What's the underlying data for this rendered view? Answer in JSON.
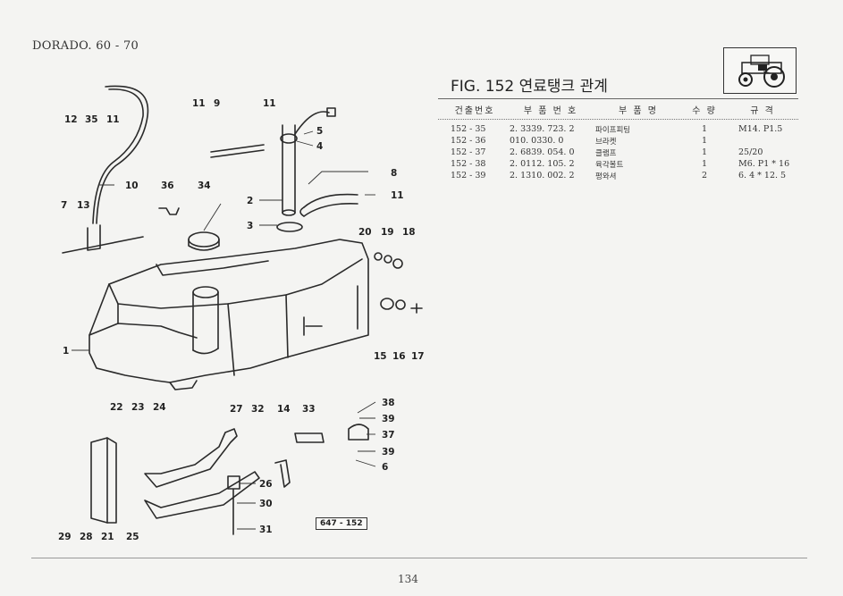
{
  "header": {
    "model": "DORADO. 60 - 70",
    "figure_title": "FIG. 152 연료탱크 관계",
    "page_number": "134",
    "figure_code": "647 - 152"
  },
  "table": {
    "columns": [
      "건출번호",
      "부 품 번 호",
      "부 품 명",
      "수 량",
      "규    격"
    ],
    "rows": [
      {
        "ref": "152 - 35",
        "part_no": "2. 3339. 723. 2",
        "name": "파이프피팅",
        "qty": "1",
        "spec": "M14. P1.5"
      },
      {
        "ref": "152 - 36",
        "part_no": "010. 0330. 0",
        "name": "브라켓",
        "qty": "1",
        "spec": ""
      },
      {
        "ref": "152 - 37",
        "part_no": "2. 6839. 054. 0",
        "name": "클램프",
        "qty": "1",
        "spec": "25/20"
      },
      {
        "ref": "152 - 38",
        "part_no": "2. 0112. 105. 2",
        "name": "육각볼트",
        "qty": "1",
        "spec": "M6. P1 * 16"
      },
      {
        "ref": "152 - 39",
        "part_no": "2. 1310. 002. 2",
        "name": "평와셔",
        "qty": "2",
        "spec": "6. 4 * 12. 5"
      }
    ]
  },
  "diagram": {
    "labels": [
      "12",
      "35",
      "11",
      "11",
      "9",
      "11",
      "5",
      "4",
      "8",
      "11",
      "10",
      "36",
      "34",
      "7",
      "13",
      "2",
      "3",
      "20",
      "19",
      "18",
      "1",
      "15",
      "16",
      "17",
      "22",
      "23",
      "24",
      "27",
      "32",
      "14",
      "33",
      "38",
      "39",
      "37",
      "39",
      "6",
      "26",
      "30",
      "31",
      "29",
      "28",
      "21",
      "25"
    ]
  }
}
